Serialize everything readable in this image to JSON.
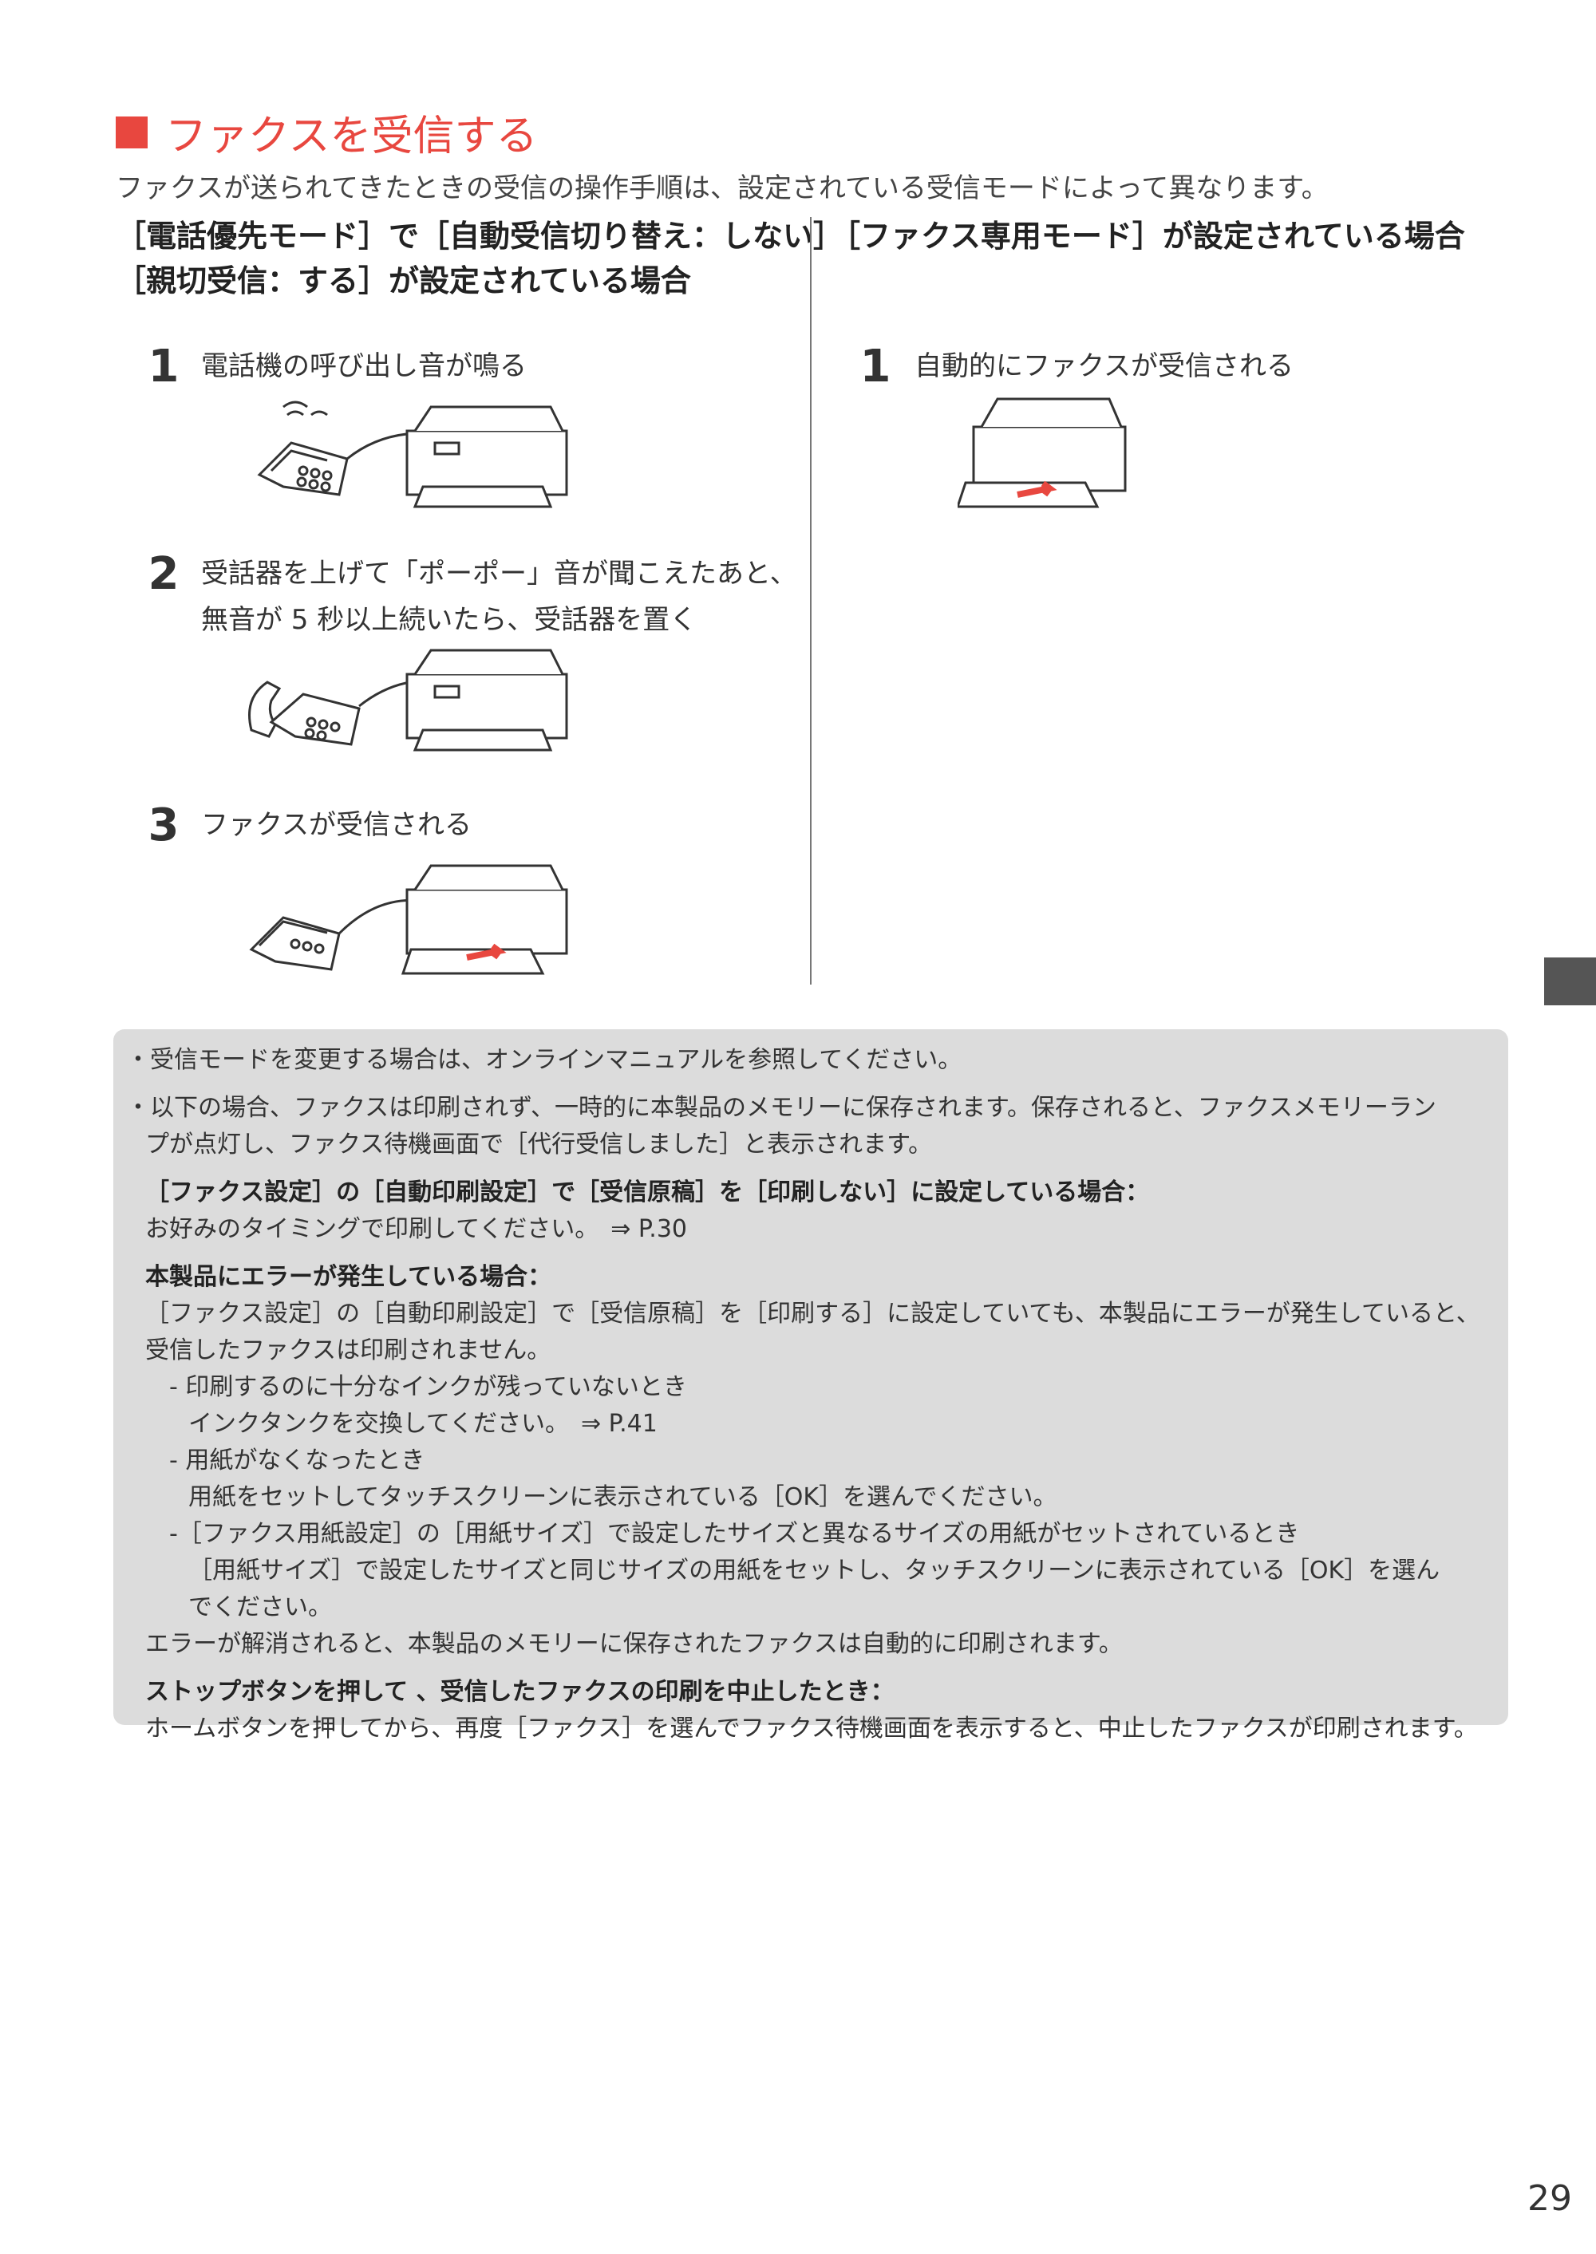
{
  "header": {
    "title": "ファクスを受信する",
    "intro": "ファクスが送られてきたときの受信の操作手順は、設定されている受信モードによって異なります。"
  },
  "left_column": {
    "heading_line1": "［電話優先モード］で［自動受信切り替え：しない］",
    "heading_line2": "［親切受信：する］が設定されている場合",
    "steps": [
      {
        "number": "1",
        "lines": [
          "電話機の呼び出し音が鳴る"
        ]
      },
      {
        "number": "2",
        "lines": [
          "受話器を上げて「ポーポー」音が聞こえたあと、",
          "無音が 5 秒以上続いたら、受話器を置く"
        ]
      },
      {
        "number": "3",
        "lines": [
          "ファクスが受信される"
        ]
      }
    ]
  },
  "right_column": {
    "heading": "［ファクス専用モード］が設定されている場合",
    "steps": [
      {
        "number": "1",
        "lines": [
          "自動的にファクスが受信される"
        ]
      }
    ]
  },
  "notes": {
    "bullet1": "・受信モードを変更する場合は、オンラインマニュアルを参照してください。",
    "bullet2_line1": "・以下の場合、ファクスは印刷されず、一時的に本製品のメモリーに保存されます。保存されると、ファクスメモリーラン",
    "bullet2_line2": "プが点灯し、ファクス待機画面で［代行受信しました］と表示されます。",
    "case1_title": "［ファクス設定］の［自動印刷設定］で［受信原稿］を［印刷しない］に設定している場合：",
    "case1_body": "お好みのタイミングで印刷してください。　⇒ P.30",
    "case2_title": "本製品にエラーが発生している場合：",
    "case2_body_line1": "［ファクス設定］の［自動印刷設定］で［受信原稿］を［印刷する］に設定していても、本製品にエラーが発生していると、",
    "case2_body_line2": "受信したファクスは印刷されません。",
    "sub1_title": "- 印刷するのに十分なインクが残っていないとき",
    "sub1_body": "インクタンクを交換してください。　⇒ P.41",
    "sub2_title": "- 用紙がなくなったとき",
    "sub2_body": "用紙をセットしてタッチスクリーンに表示されている［OK］を選んでください。",
    "sub3_title": "-［ファクス用紙設定］の［用紙サイズ］で設定したサイズと異なるサイズの用紙がセットされているとき",
    "sub3_body_line1": "［用紙サイズ］で設定したサイズと同じサイズの用紙をセットし、タッチスクリーンに表示されている［OK］を選ん",
    "sub3_body_line2": "でください。",
    "case2_footer": "エラーが解消されると、本製品のメモリーに保存されたファクスは自動的に印刷されます。",
    "case3_title": "ストップボタンを押して 、受信したファクスの印刷を中止したとき：",
    "case3_body": "ホームボタンを押してから、再度［ファクス］を選んでファクス待機画面を表示すると、中止したファクスが印刷されます。"
  },
  "page_number": "29",
  "colors": {
    "accent": "#e8473f",
    "note_bg": "#dcdcdc",
    "side_tab": "#555555"
  }
}
